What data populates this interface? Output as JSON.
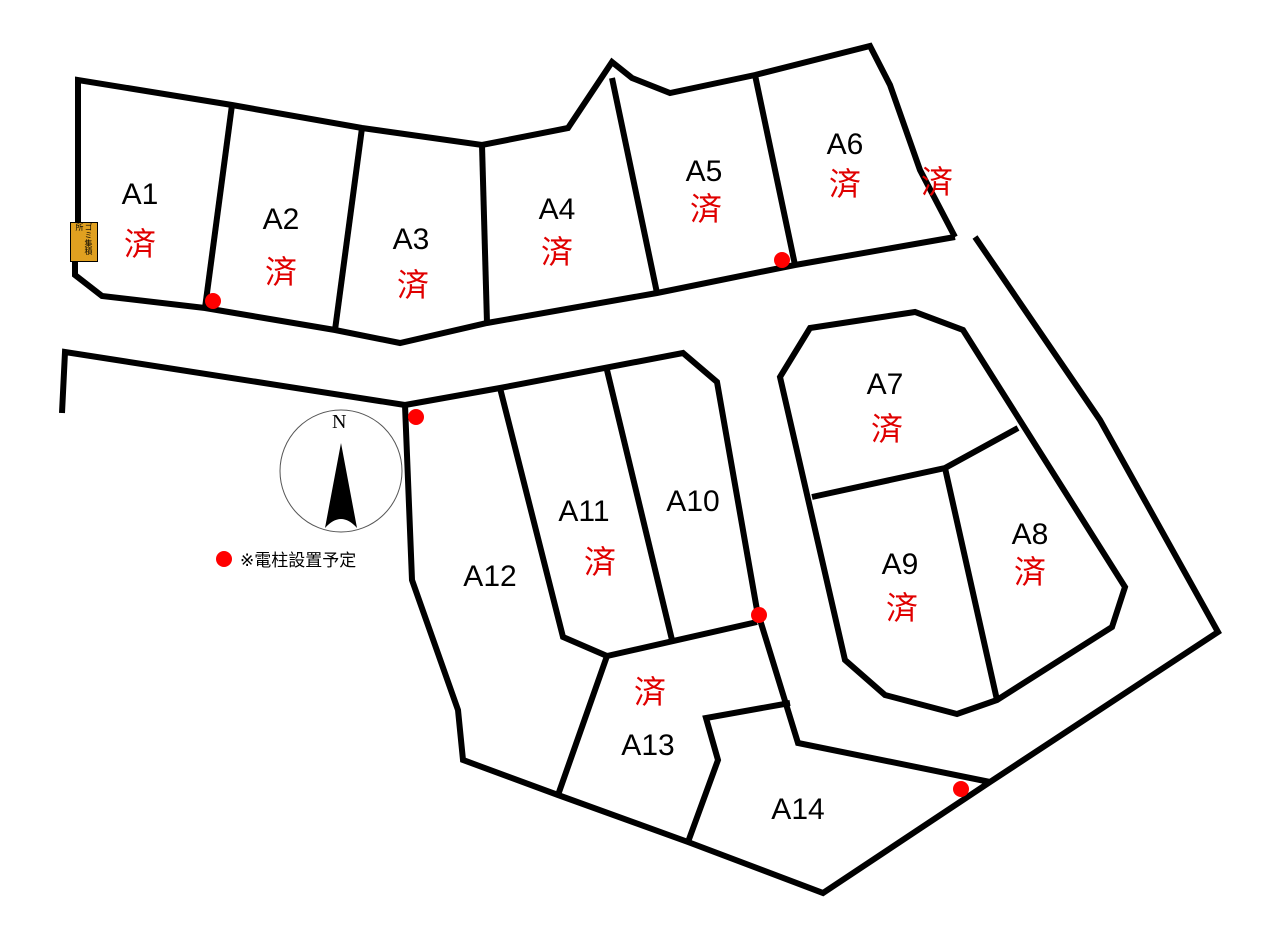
{
  "lots": [
    {
      "id": "A1",
      "sold": true
    },
    {
      "id": "A2",
      "sold": true
    },
    {
      "id": "A3",
      "sold": true
    },
    {
      "id": "A4",
      "sold": true
    },
    {
      "id": "A5",
      "sold": true
    },
    {
      "id": "A6",
      "sold": true
    },
    {
      "id": "A7",
      "sold": true
    },
    {
      "id": "A8",
      "sold": true
    },
    {
      "id": "A9",
      "sold": true
    },
    {
      "id": "A10",
      "sold": false
    },
    {
      "id": "A11",
      "sold": true
    },
    {
      "id": "A12",
      "sold": false
    },
    {
      "id": "A13",
      "sold": false
    },
    {
      "id": "A14",
      "sold": false
    }
  ],
  "sold_mark": "済",
  "garbage_station": "ゴミ集積所",
  "compass_label": "N",
  "legend": {
    "text": "※電柱設置予定",
    "color": "#ff0000"
  },
  "colors": {
    "sold": "#e00000",
    "pole": "#ff0000",
    "garbage": "#e0a020"
  }
}
